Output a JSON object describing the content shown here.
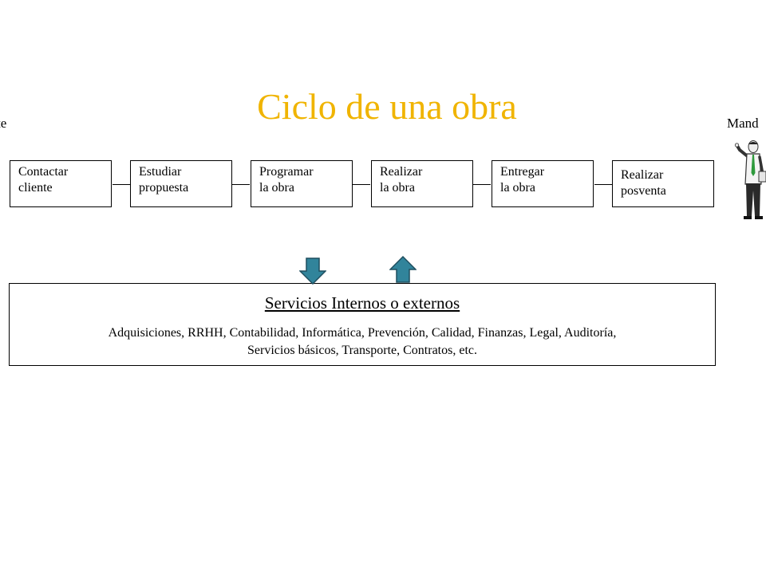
{
  "title": "Ciclo de una obra",
  "left_label": "te",
  "right_label": "Mand",
  "steps": [
    {
      "line1": "Contactar",
      "line2": "cliente"
    },
    {
      "line1": "Estudiar",
      "line2": "propuesta"
    },
    {
      "line1": "Programar",
      "line2": "la obra"
    },
    {
      "line1": "Realizar",
      "line2": "la obra"
    },
    {
      "line1": "Entregar",
      "line2": "la obra"
    },
    {
      "line1": "Realizar",
      "line2": "posventa"
    }
  ],
  "services": {
    "title": "Servicios Internos o externos",
    "line1": "Adquisiciones, RRHH, Contabilidad, Informática, Prevención, Calidad, Finanzas, Legal, Auditoría,",
    "line2": "Servicios básicos, Transporte, Contratos, etc."
  },
  "colors": {
    "title": "#f0b400",
    "arrow_fill": "#31849b",
    "arrow_stroke": "#1f4e5f",
    "tie": "#2e9a3c"
  },
  "icons": {
    "down_arrow": "arrow-down-icon",
    "up_arrow": "arrow-up-icon",
    "person": "businessman-icon"
  }
}
